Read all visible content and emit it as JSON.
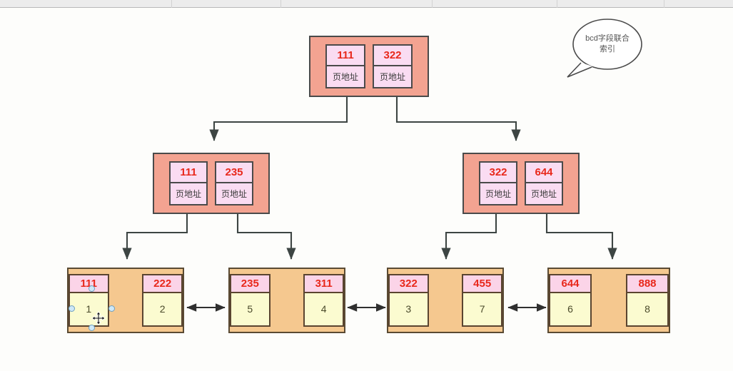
{
  "toolbar": {
    "dividers": [
      240,
      393,
      605,
      780,
      930
    ]
  },
  "callout": {
    "name": "bcd-index-callout",
    "line1": "bcd字段联合",
    "line2": "索引"
  },
  "labels": {
    "page_address": "页地址"
  },
  "colors": {
    "internal_node_fill": "#f3a391",
    "internal_cell_fill": "#fadcf2",
    "leaf_node_fill": "#f5c88f",
    "leaf_key_fill": "#fbd4e8",
    "leaf_value_fill": "#fbfbd0",
    "key_text": "#e8281b",
    "connector": "#3d4543",
    "handle_fill": "#cfe8f7"
  },
  "tree": {
    "root": {
      "name": "root-node",
      "entries": [
        {
          "key": "111",
          "pointer": "页地址"
        },
        {
          "key": "322",
          "pointer": "页地址"
        }
      ]
    },
    "internal": [
      {
        "name": "internal-node-left",
        "entries": [
          {
            "key": "111",
            "pointer": "页地址"
          },
          {
            "key": "235",
            "pointer": "页地址"
          }
        ]
      },
      {
        "name": "internal-node-right",
        "entries": [
          {
            "key": "322",
            "pointer": "页地址"
          },
          {
            "key": "644",
            "pointer": "页地址"
          }
        ]
      }
    ],
    "leaves": [
      {
        "name": "leaf-node-1",
        "entries": [
          {
            "key": "111",
            "value": "1",
            "selected": true
          },
          {
            "key": "222",
            "value": "2",
            "selected": false
          }
        ]
      },
      {
        "name": "leaf-node-2",
        "entries": [
          {
            "key": "235",
            "value": "5",
            "selected": false
          },
          {
            "key": "311",
            "value": "4",
            "selected": false
          }
        ]
      },
      {
        "name": "leaf-node-3",
        "entries": [
          {
            "key": "322",
            "value": "3",
            "selected": false
          },
          {
            "key": "455",
            "value": "7",
            "selected": false
          }
        ]
      },
      {
        "name": "leaf-node-4",
        "entries": [
          {
            "key": "644",
            "value": "6",
            "selected": false
          },
          {
            "key": "888",
            "value": "8",
            "selected": false
          }
        ]
      }
    ]
  }
}
